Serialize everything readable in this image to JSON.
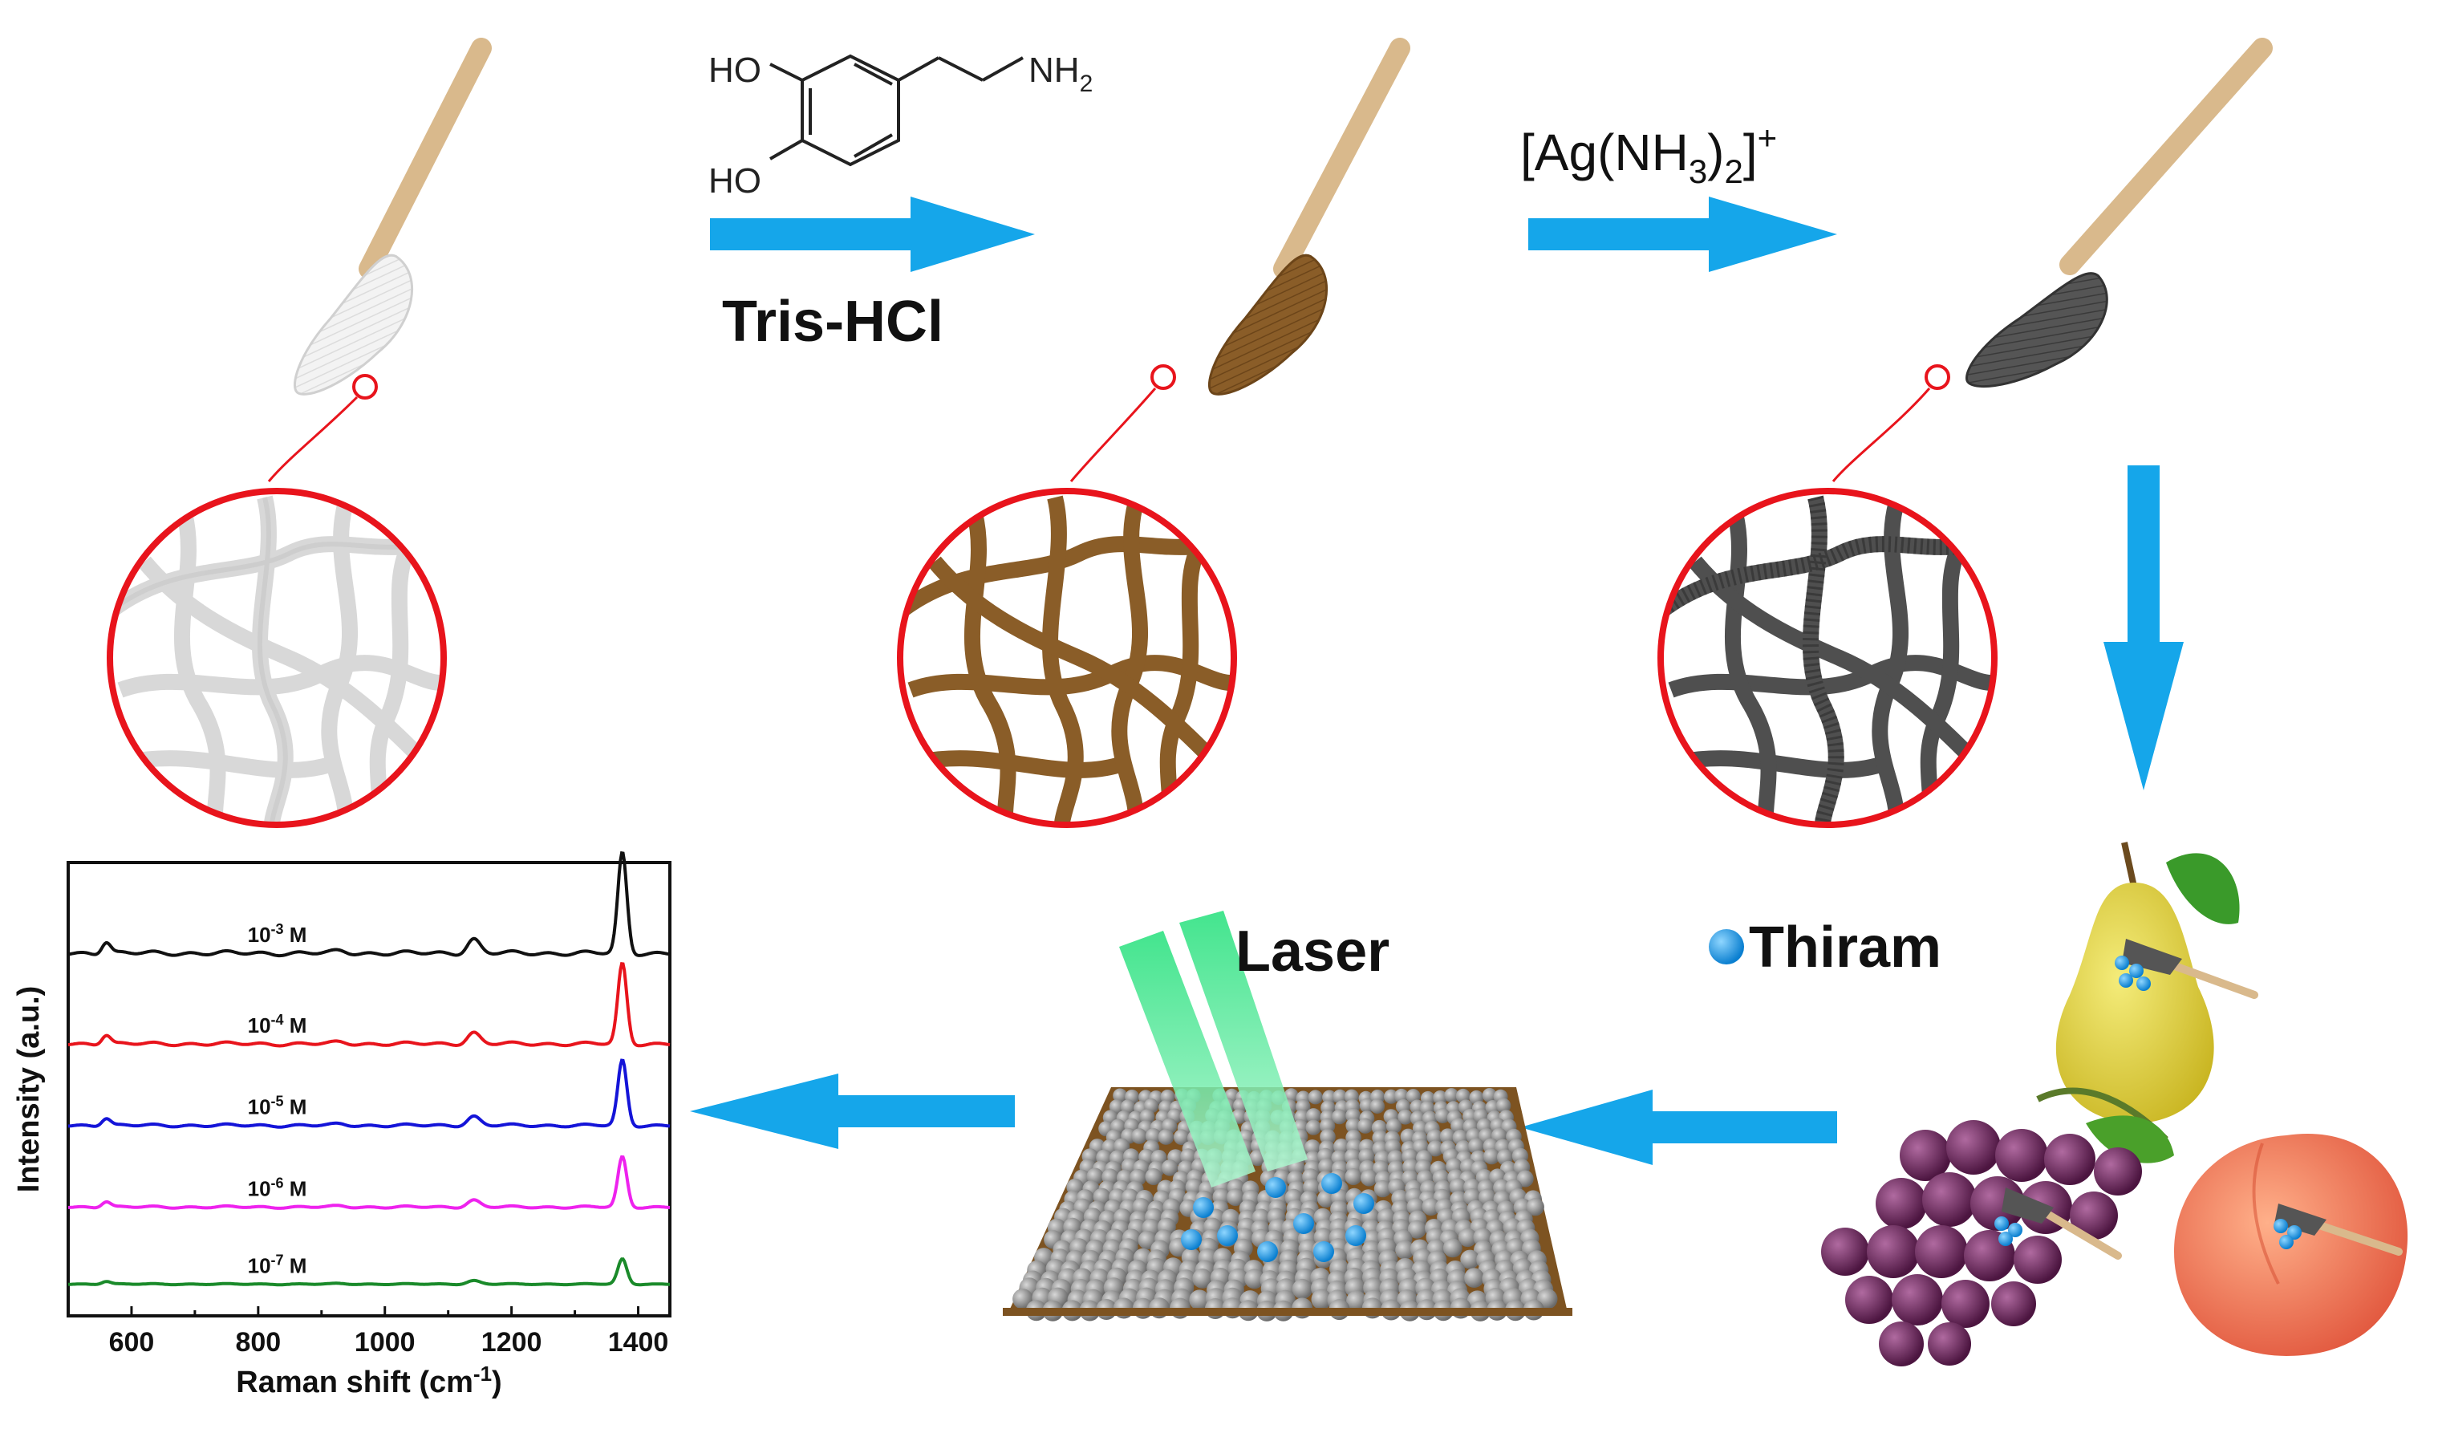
{
  "colors": {
    "arrow": "#15a6ea",
    "ring": "#e8141c",
    "cotton": "#e9e9e9",
    "pda": "#7d5321",
    "silver": "#4a4a4a",
    "stick": "#d9b98c",
    "laser": "#22e07a",
    "thiram": "#1a9be8"
  },
  "molecule": {
    "ho_top": "HO",
    "ho_bottom": "HO",
    "nh2": "NH",
    "nh2_sub": "2"
  },
  "step1": {
    "label": "Tris-HCl"
  },
  "step2": {
    "label_main": "[Ag(NH",
    "label_sub1": "3",
    "label_paren": ")",
    "label_sub2": "2",
    "label_close": "]",
    "label_sup": "+"
  },
  "legend": {
    "thiram": "Thiram"
  },
  "laser_label": "Laser",
  "fruits": {
    "pear": "pear",
    "grapes": "grapes",
    "peach": "peach"
  },
  "chart_data": {
    "type": "line",
    "xlabel": "Raman shift (cm",
    "xlabel_sup": "-1",
    "xlabel_close": ")",
    "ylabel": "Intensity (a.u.)",
    "xlim": [
      500,
      1450
    ],
    "xticks": [
      600,
      800,
      1000,
      1200,
      1400
    ],
    "tick_labels": [
      "600",
      "800",
      "1000",
      "1200",
      "1400"
    ],
    "series": [
      {
        "name": "10-3 M",
        "label_base": "10",
        "label_exp": "-3",
        "label_unit": " M",
        "color": "#111111",
        "offset": 0.8,
        "scale": 1.0
      },
      {
        "name": "10-4 M",
        "label_base": "10",
        "label_exp": "-4",
        "label_unit": " M",
        "color": "#e8141c",
        "offset": 0.6,
        "scale": 0.8
      },
      {
        "name": "10-5 M",
        "label_base": "10",
        "label_exp": "-5",
        "label_unit": " M",
        "color": "#1414d8",
        "offset": 0.42,
        "scale": 0.65
      },
      {
        "name": "10-6 M",
        "label_base": "10",
        "label_exp": "-6",
        "label_unit": " M",
        "color": "#ee22ee",
        "offset": 0.24,
        "scale": 0.5
      },
      {
        "name": "10-7 M",
        "label_base": "10",
        "label_exp": "-7",
        "label_unit": " M",
        "color": "#1a8a2a",
        "offset": 0.07,
        "scale": 0.25
      }
    ],
    "peaks": [
      {
        "x": 560,
        "h": 0.12,
        "w": 10
      },
      {
        "x": 930,
        "h": 0.02,
        "w": 15
      },
      {
        "x": 1140,
        "h": 0.14,
        "w": 14
      },
      {
        "x": 1375,
        "h": 1.0,
        "w": 10
      }
    ]
  }
}
